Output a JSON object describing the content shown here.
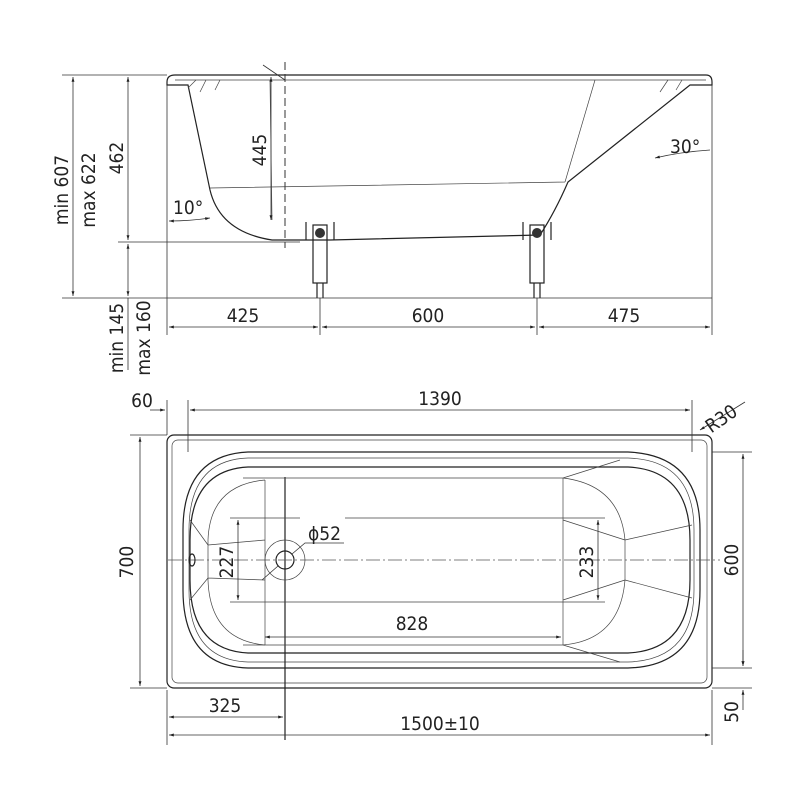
{
  "side_view": {
    "height_total_min": "min 607",
    "height_total_max": "max 622",
    "rim_height": "462",
    "inner_depth": "445",
    "leg_height_min": "min 145",
    "leg_height_max": "max 160",
    "left_angle": "10°",
    "right_angle": "30°",
    "leg_offset_left": "425",
    "leg_spacing": "600",
    "leg_offset_right": "475"
  },
  "top_view": {
    "rim_width": "60",
    "inner_length": "1390",
    "corner_radius": "R30",
    "total_width": "700",
    "inner_width": "600",
    "rim_offset": "50",
    "drain_diameter": "ϕ52",
    "left_basin_width": "227",
    "right_basin_width": "233",
    "bottom_length": "828",
    "drain_offset": "325",
    "total_length": "1500±10"
  }
}
